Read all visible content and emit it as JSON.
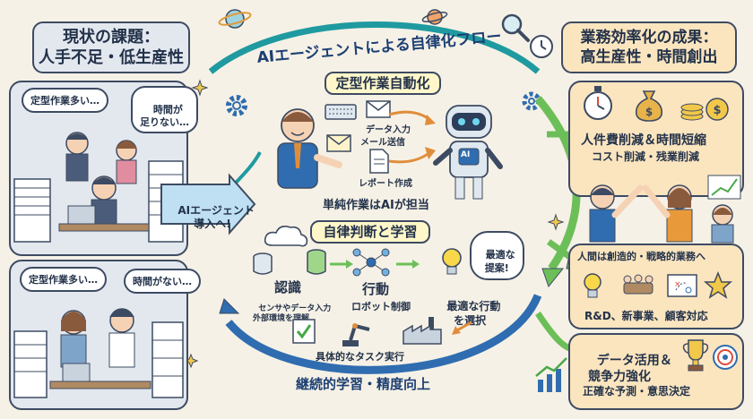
{
  "left": {
    "title_line1": "現状の課題：",
    "title_line2": "人手不足・低生産性",
    "bubble_top_1": "定型作業多い…",
    "bubble_top_2": "時間が\n足りない…",
    "bubble_bottom_1": "定型作業多い…",
    "bubble_bottom_2": "時間がない…",
    "arrow_label": "AIエージェント\n導入へ!"
  },
  "center": {
    "arc_title": "AIエージェントによる自律化フロー",
    "section1_title": "定型作業自動化",
    "task1": "データ入力",
    "task2": "メール送信",
    "task3": "レポート作成",
    "robot_badge": "AI",
    "section1_caption": "単純作業はAIが担当",
    "section2_title": "自律判断と学習",
    "thought_bubble": "最適な\n提案!",
    "recog_title": "認識",
    "recog_desc": "センサやデータ入力\n外部環境を理解",
    "action_title": "行動",
    "action_desc": "ロボット制御",
    "optimal_action": "最適な行動\nを選択",
    "task_exec": "具体的なタスク実行",
    "bottom_arc": "継続的学習・精度向上"
  },
  "right": {
    "title_line1": "業務効率化の成果：",
    "title_line2": "高生産性・時間創出",
    "result1_title": "人件費削減＆時間短縮",
    "result1_sub": "コスト削減・残業削減",
    "result2_title": "人間は創造的・戦略的業務へ",
    "result2_sub": "R&D、新事業、顧客対応",
    "result3_title": "データ活用＆\n競争力強化",
    "result3_sub": "正確な予測・意思決定"
  },
  "colors": {
    "background": "#f6f1e6",
    "left_panel": "#e3e8ef",
    "right_panel": "#fbe5bf",
    "arc_teal": "#1f9aa0",
    "arc_green": "#6cbf58",
    "arc_blue": "#2f6db0",
    "highlight_yellow": "#fff7c9",
    "robot": "#dfe7ef"
  }
}
